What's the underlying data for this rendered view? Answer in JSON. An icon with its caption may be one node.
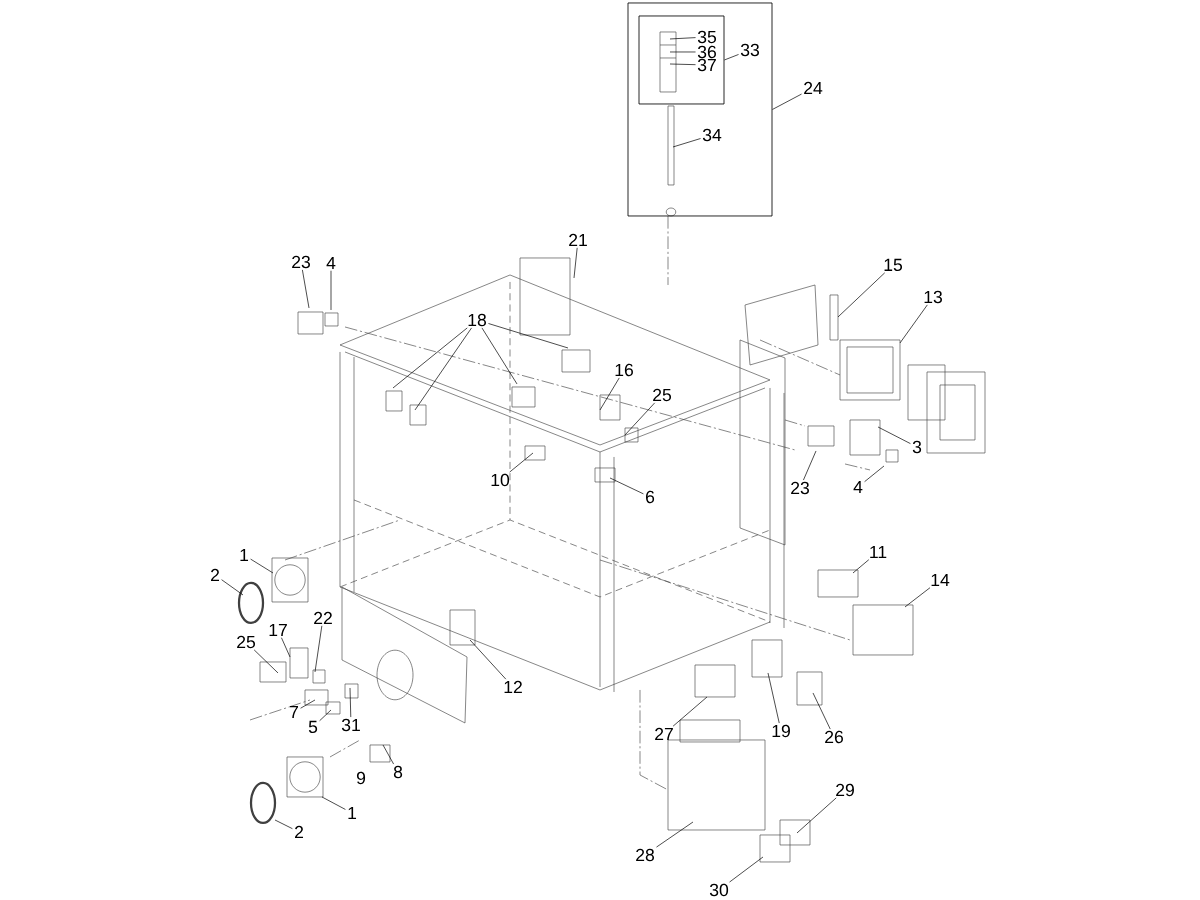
{
  "diagram": {
    "nodes": [
      {
        "text": [],
        "shape": "box"
      },
      {
        "text": [],
        "shape": "box",
        "in": 0
      },
      {
        "text": [
          "35"
        ],
        "in": 1
      },
      {
        "text": [
          "36"
        ],
        "in": 1
      },
      {
        "text": [
          "37"
        ],
        "in": 1
      },
      {
        "text": [
          "33"
        ],
        "in": 0
      },
      {
        "text": [
          "24"
        ]
      },
      {
        "text": [
          "34"
        ],
        "in": 0
      },
      {
        "text": [
          "21"
        ]
      },
      {
        "text": [
          "23"
        ]
      },
      {
        "text": [
          "4"
        ]
      },
      {
        "text": [
          "15"
        ]
      },
      {
        "text": [
          "13"
        ]
      },
      {
        "text": [
          "18"
        ]
      },
      {
        "text": [
          "16"
        ]
      },
      {
        "text": [
          "25"
        ]
      },
      {
        "text": [
          "3"
        ]
      },
      {
        "text": [
          "10"
        ]
      },
      {
        "text": [
          "23"
        ]
      },
      {
        "text": [
          "4"
        ]
      },
      {
        "text": [
          "6"
        ]
      },
      {
        "text": [
          "11"
        ]
      },
      {
        "text": [
          "1"
        ]
      },
      {
        "text": [
          "2"
        ]
      },
      {
        "text": [
          "14"
        ]
      },
      {
        "text": [
          "22"
        ]
      },
      {
        "text": [
          "17"
        ]
      },
      {
        "text": [
          "25"
        ]
      },
      {
        "text": [
          "12"
        ]
      },
      {
        "text": [
          "7"
        ]
      },
      {
        "text": [
          "5"
        ]
      },
      {
        "text": [
          "31"
        ]
      },
      {
        "text": [
          "27"
        ]
      },
      {
        "text": [
          "19"
        ]
      },
      {
        "text": [
          "26"
        ]
      },
      {
        "text": [
          "8"
        ]
      },
      {
        "text": [
          "29"
        ]
      },
      {
        "text": [
          "1"
        ]
      },
      {
        "text": [
          "2"
        ]
      },
      {
        "text": [
          "28"
        ]
      },
      {
        "text": [
          "30"
        ]
      }
    ],
    "edges": [
      {
        "from": 2,
        "to": null,
        "arrow": "none"
      },
      {
        "from": 3,
        "to": null,
        "arrow": "none"
      },
      {
        "from": 4,
        "to": null,
        "arrow": "none"
      },
      {
        "from": 5,
        "to": 1,
        "arrow": "none"
      },
      {
        "from": 6,
        "to": 0,
        "arrow": "none"
      },
      {
        "from": 7,
        "to": null,
        "arrow": "none"
      },
      {
        "from": 8,
        "to": null,
        "arrow": "none"
      },
      {
        "from": 9,
        "to": null,
        "arrow": "none"
      },
      {
        "from": 10,
        "to": null,
        "arrow": "none"
      },
      {
        "from": 11,
        "to": null,
        "arrow": "none"
      },
      {
        "from": 12,
        "to": null,
        "arrow": "none"
      },
      {
        "from": 13,
        "to": null,
        "arrow": "none"
      },
      {
        "from": 13,
        "to": null,
        "arrow": "none"
      },
      {
        "from": 13,
        "to": null,
        "arrow": "none"
      },
      {
        "from": 13,
        "to": null,
        "arrow": "none"
      },
      {
        "from": 14,
        "to": null,
        "arrow": "none"
      },
      {
        "from": 15,
        "to": null,
        "arrow": "none"
      },
      {
        "from": 16,
        "to": null,
        "arrow": "none"
      },
      {
        "from": 17,
        "to": null,
        "arrow": "none"
      },
      {
        "from": 18,
        "to": null,
        "arrow": "none"
      },
      {
        "from": 19,
        "to": null,
        "arrow": "none"
      },
      {
        "from": 20,
        "to": null,
        "arrow": "none"
      },
      {
        "from": 21,
        "to": null,
        "arrow": "none"
      },
      {
        "from": 22,
        "to": null,
        "arrow": "none"
      },
      {
        "from": 23,
        "to": null,
        "arrow": "none"
      },
      {
        "from": 24,
        "to": null,
        "arrow": "none"
      },
      {
        "from": 25,
        "to": null,
        "arrow": "none"
      },
      {
        "from": 26,
        "to": null,
        "arrow": "none"
      },
      {
        "from": 27,
        "to": null,
        "arrow": "none"
      },
      {
        "from": 28,
        "to": null,
        "arrow": "none"
      },
      {
        "from": 29,
        "to": null,
        "arrow": "none"
      },
      {
        "from": 30,
        "to": null,
        "arrow": "none"
      },
      {
        "from": 31,
        "to": null,
        "arrow": "none"
      },
      {
        "from": 32,
        "to": null,
        "arrow": "none"
      },
      {
        "from": 33,
        "to": null,
        "arrow": "none"
      },
      {
        "from": 34,
        "to": null,
        "arrow": "none"
      },
      {
        "from": 35,
        "to": null,
        "arrow": "none"
      },
      {
        "from": 36,
        "to": null,
        "arrow": "none"
      },
      {
        "from": 37,
        "to": null,
        "arrow": "none"
      },
      {
        "from": 38,
        "to": null,
        "arrow": "none"
      },
      {
        "from": 39,
        "to": null,
        "arrow": "none"
      },
      {
        "from": 40,
        "to": null,
        "arrow": "none"
      }
    ],
    "labels": [
      "9"
    ]
  }
}
